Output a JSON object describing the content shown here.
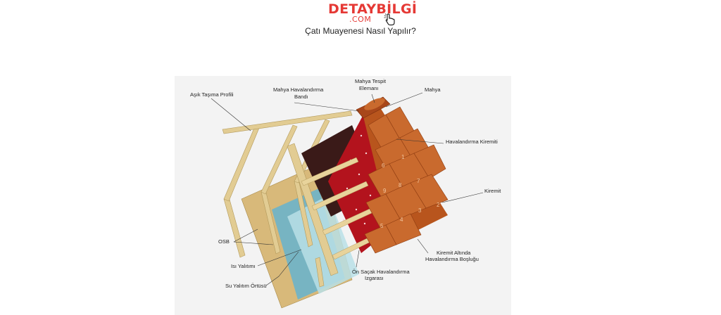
{
  "logo": {
    "brand": "DETAYBİLGİ",
    "brand_a": "DETAY",
    "brand_b": "BİLGİ",
    "domain": ".COM",
    "icon": "pointer-hand-icon",
    "color": "#e53935"
  },
  "page": {
    "subtitle": "Çatı Muayenesi Nasıl Yapılır?"
  },
  "diagram": {
    "labels": {
      "asik": "Aşık Taşıma Profili",
      "mahya_band_1": "Mahya Havalandırma",
      "mahya_band_2": "Bandı",
      "mahya_tespit_1": "Mahya Tespit",
      "mahya_tespit_2": "Elemanı",
      "mahya": "Mahya",
      "havalandirma_kiremiti": "Havalandırma Kiremiti",
      "kiremit": "Kiremit",
      "osb": "OSB",
      "isi_yalitimi": "Isı Yalıtımı",
      "su_yalitim": "Su Yalıtım Örtüsü",
      "on_sacak_1": "Ön Saçak Havalandırma",
      "on_sacak_2": "Izgarası",
      "kiremit_alti_1": "Kiremit Altında",
      "kiremit_alti_2": "Havalandırma Boşluğu"
    },
    "tile_numbers": [
      "1",
      "2",
      "3",
      "4",
      "5",
      "6",
      "7",
      "8",
      "9"
    ]
  }
}
